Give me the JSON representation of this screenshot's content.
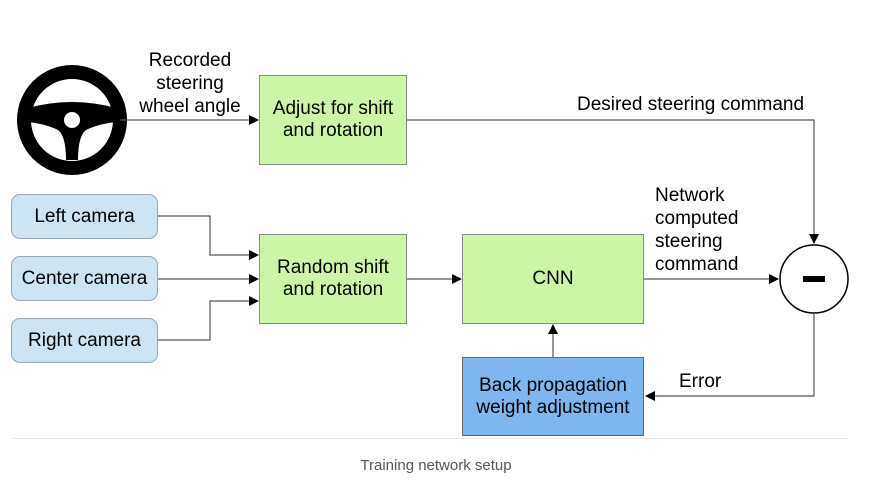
{
  "diagram": {
    "steering_input_label": "Recorded\nsteering\nwheel angle",
    "adjust_box": "Adjust for shift\nand rotation",
    "desired_label": "Desired steering command",
    "cameras": {
      "left": "Left camera",
      "center": "Center camera",
      "right": "Right camera"
    },
    "random_box": "Random shift\nand rotation",
    "cnn_box": "CNN",
    "network_output_label": "Network\ncomputed\nsteering\ncommand",
    "subtract_symbol": "−",
    "error_label": "Error",
    "backprop_box": "Back propagation\nweight adjustment"
  },
  "caption": "Training network setup",
  "colors": {
    "green_box": "#ccf5a6",
    "camera_box": "#cde4f3",
    "backprop_box": "#7eb6ef"
  },
  "icons": [
    "steering-wheel-icon"
  ]
}
